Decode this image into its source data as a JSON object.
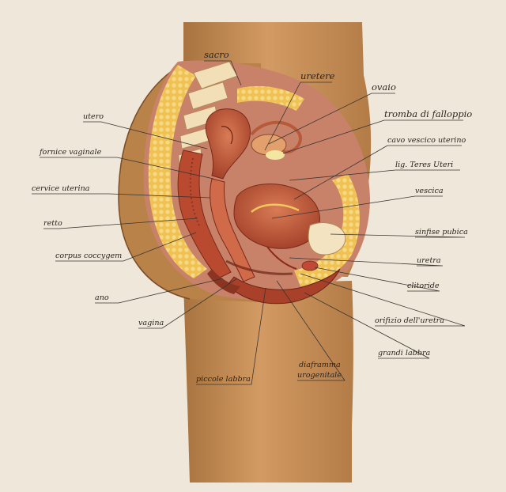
{
  "labels": {
    "sacro": "sacro",
    "uretere": "uretere",
    "ovaio": "ovaio",
    "tromba": "tromba di falloppio",
    "cavo": "cavo vescico uterino",
    "teres": "lig. Teres Uteri",
    "vescica": "vescica",
    "sinfise": "sinfise pubica",
    "uretra": "uretra",
    "clitoride": "clitoride",
    "orifizio": "orifizio dell'uretra",
    "grandi": "grandi labbra",
    "diaframma_1": "diaframma",
    "diaframma_2": "urogenitale",
    "piccole": "piccole labbra",
    "vagina": "vagina",
    "ano": "ano",
    "coccygem": "corpus coccygem",
    "retto": "retto",
    "cervice": "cervice uterina",
    "fornice": "fornice vaginale",
    "utero": "utero"
  },
  "colors": {
    "background": "#efe7d9",
    "skin": "#c08a55",
    "skin_dark": "#8a5a32",
    "fat": "#f2c65c",
    "muscle": "#9c3a24",
    "organ": "#c25a3c",
    "bone": "#f4e3c0"
  }
}
